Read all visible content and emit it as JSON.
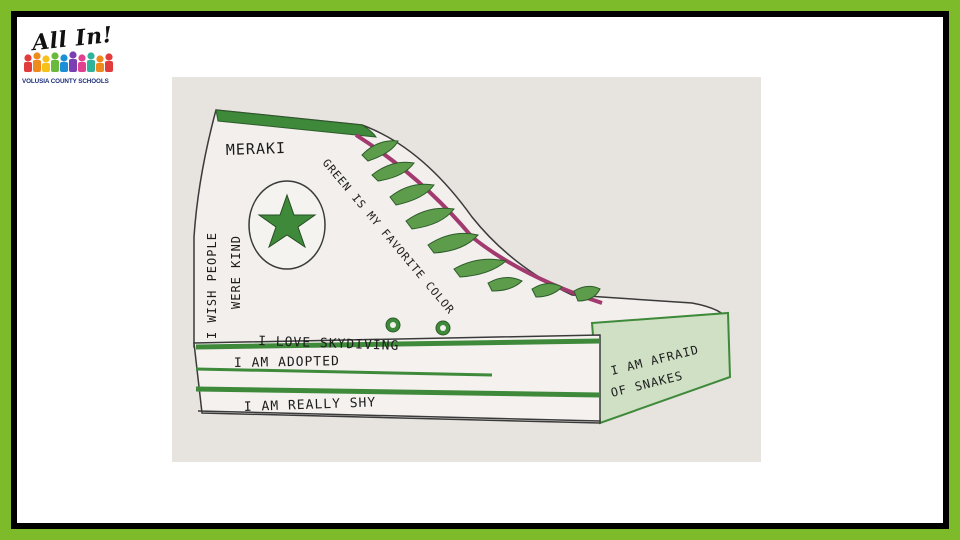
{
  "logo": {
    "title": "All In!",
    "subtitle": "VOLUSIA COUNTY SCHOOLS"
  },
  "shoe": {
    "meraki": "MERAKI",
    "wish_line1": "I WISH PEOPLE",
    "wish_line2": "WERE KIND",
    "green": "GREEN IS MY FAVORITE COLOR",
    "skydiving": "I LOVE SKYDIVING",
    "adopted": "I AM ADOPTED",
    "shy": "I AM REALLY SHY",
    "afraid_line1": "I AM AFRAID",
    "afraid_line2": "OF SNAKES"
  },
  "colors": {
    "border_green": "#7dbb2a",
    "frame_black": "#000000",
    "shoe_green": "#3e8a3a",
    "lace_green": "#5d9c4a",
    "lace_pink": "#a23a6f",
    "paper": "#e7e3df"
  },
  "icons": {
    "star": "star-icon",
    "logo_people": "people-figures-icon"
  }
}
